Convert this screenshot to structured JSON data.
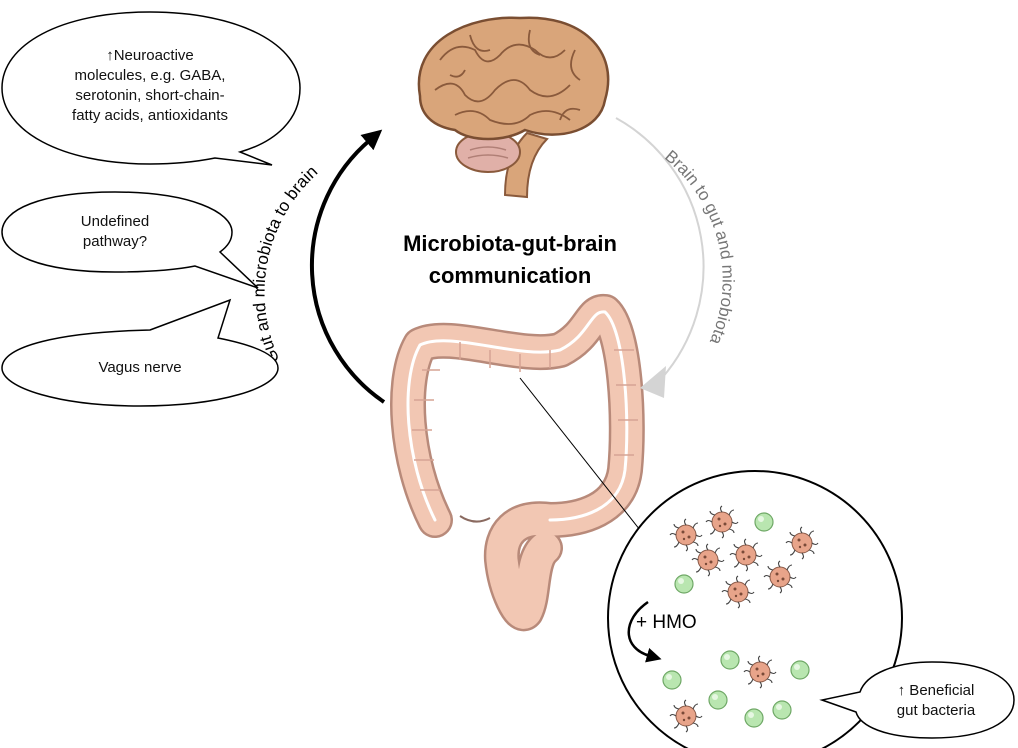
{
  "title": {
    "line1": "Microbiota-gut-brain",
    "line2": "communication"
  },
  "arrows": {
    "gut_to_brain": "Gut and microbiota to brain",
    "brain_to_gut": "Brain to gut and microbiota"
  },
  "bubbles": {
    "neuroactive": [
      "↑Neuroactive",
      "molecules, e.g. GABA,",
      "serotonin, short-chain-",
      "fatty acids, antioxidants"
    ],
    "undefined": [
      "Undefined",
      "pathway?"
    ],
    "vagus": [
      "Vagus nerve"
    ],
    "beneficial": [
      "↑ Beneficial",
      "gut bacteria"
    ]
  },
  "inset": {
    "hmo_label": "+ HMO"
  },
  "colors": {
    "brain": "#d9a57a",
    "gut": "#f2c7b3",
    "pathogen": "#e8a48a",
    "beneficial": "#b9e6b0",
    "arrow_dark": "#000000",
    "arrow_light": "#d4d4d4"
  }
}
